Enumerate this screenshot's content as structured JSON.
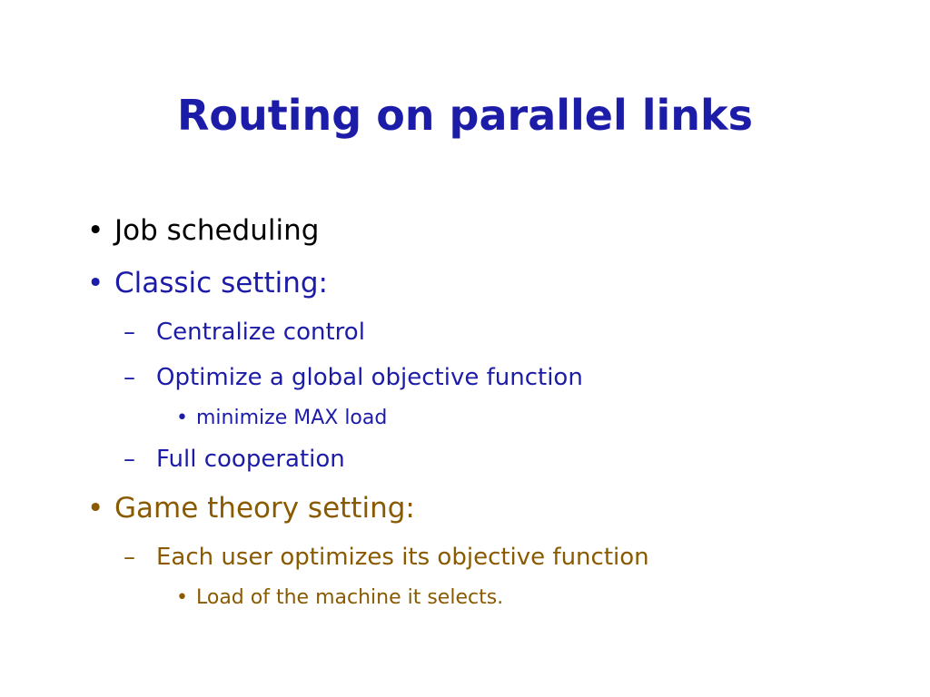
{
  "slide": {
    "title": "Routing on parallel links",
    "colors": {
      "title": "#1c1ca8",
      "black": "#000000",
      "blue": "#1c1ca8",
      "brown": "#8a5a00"
    },
    "bullets": [
      {
        "marker": "•",
        "text": "Job scheduling"
      },
      {
        "marker": "•",
        "text": "Classic setting:"
      },
      {
        "marker": "–",
        "text": "Centralize control"
      },
      {
        "marker": "–",
        "text": "Optimize a global objective function"
      },
      {
        "marker": "•",
        "text": "minimize MAX load"
      },
      {
        "marker": "–",
        "text": "Full cooperation"
      },
      {
        "marker": "•",
        "text": "Game theory setting:"
      },
      {
        "marker": "–",
        "text": "Each user optimizes its objective function"
      },
      {
        "marker": "•",
        "text": "Load of the machine it selects."
      }
    ]
  }
}
